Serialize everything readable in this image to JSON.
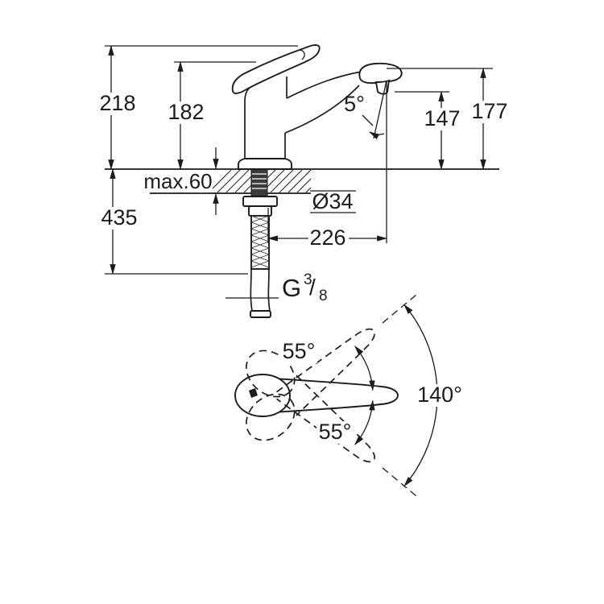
{
  "page": {
    "background": "#ffffff",
    "ink_color": "#1c1c1c",
    "description": "faucet technical dimension drawing"
  },
  "side_view": {
    "dim_total_height": "218",
    "dim_body_height": "182",
    "spout_angle": "5°",
    "dim_outlet_height": "147",
    "dim_spout_top_height": "177",
    "dim_max_thickness": "max.60",
    "dim_hose_length": "435",
    "dim_hole_diameter": "Ø34",
    "dim_spout_reach": "226",
    "thread_label": {
      "g": "G",
      "numerator": "3",
      "slash": "/",
      "denominator": "8"
    }
  },
  "top_view": {
    "dim_swivel_upper": "55°",
    "dim_swivel_lower": "55°",
    "dim_swivel_total": "140°"
  }
}
